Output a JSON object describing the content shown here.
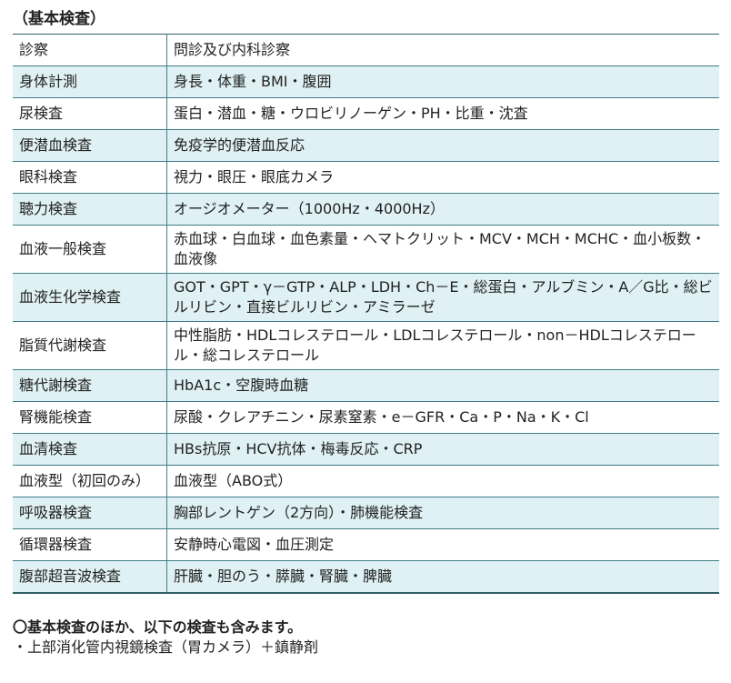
{
  "heading": "（基本検査）",
  "rows": [
    {
      "name": "診察",
      "detail": "問診及び内科診察"
    },
    {
      "name": "身体計測",
      "detail": "身長・体重・BMI・腹囲"
    },
    {
      "name": "尿検査",
      "detail": "蛋白・潜血・糖・ウロビリノーゲン・PH・比重・沈査"
    },
    {
      "name": "便潜血検査",
      "detail": "免疫学的便潜血反応"
    },
    {
      "name": "眼科検査",
      "detail": "視力・眼圧・眼底カメラ"
    },
    {
      "name": "聴力検査",
      "detail": "オージオメーター（1000Hz・4000Hz）"
    },
    {
      "name": "血液一般検査",
      "detail": "赤血球・白血球・血色素量・ヘマトクリット・MCV・MCH・MCHC・血小板数・血液像"
    },
    {
      "name": "血液生化学検査",
      "detail": "GOT・GPT・γ－GTP・ALP・LDH・Ch－E・総蛋白・アルブミン・A／G比・総ビルリビン・直接ビルリビン・アミラーゼ"
    },
    {
      "name": "脂質代謝検査",
      "detail": "中性脂肪・HDLコレステロール・LDLコレステロール・non－HDLコレステロール・総コレステロール"
    },
    {
      "name": "糖代謝検査",
      "detail": "HbA1c・空腹時血糖"
    },
    {
      "name": "腎機能検査",
      "detail": "尿酸・クレアチニン・尿素窒素・e－GFR・Ca・P・Na・K・Cl"
    },
    {
      "name": "血清検査",
      "detail": "HBs抗原・HCV抗体・梅毒反応・CRP"
    },
    {
      "name": "血液型（初回のみ）",
      "detail": "血液型（ABO式）"
    },
    {
      "name": "呼吸器検査",
      "detail": "胸部レントゲン（2方向）・肺機能検査"
    },
    {
      "name": "循環器検査",
      "detail": "安静時心電図・血圧測定"
    },
    {
      "name": "腹部超音波検査",
      "detail": "肝臓・胆のう・膵臓・腎臓・脾臓"
    }
  ],
  "notes": {
    "main": "〇基本検査のほか、以下の検査も含みます。",
    "sub": "・上部消化管内視鏡検査（胃カメラ）＋鎮静剤"
  },
  "colors": {
    "row_alt": "#dff1f4",
    "border": "#3f7d86"
  }
}
